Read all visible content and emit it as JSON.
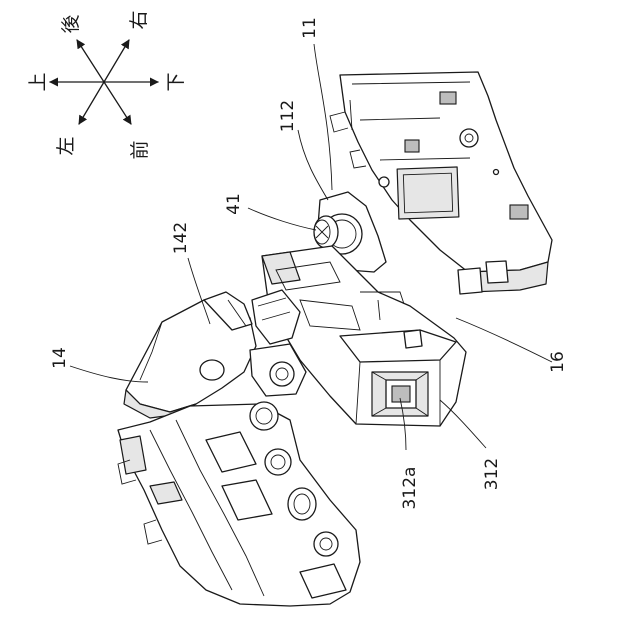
{
  "directions": {
    "up": "上",
    "back": "後",
    "right": "右",
    "down": "下",
    "left": "左",
    "front": "前"
  },
  "labels": {
    "l11": "11",
    "l112": "112",
    "l41": "41",
    "l142": "142",
    "l14": "14",
    "l16": "16",
    "l312": "312",
    "l312a": "312a"
  }
}
